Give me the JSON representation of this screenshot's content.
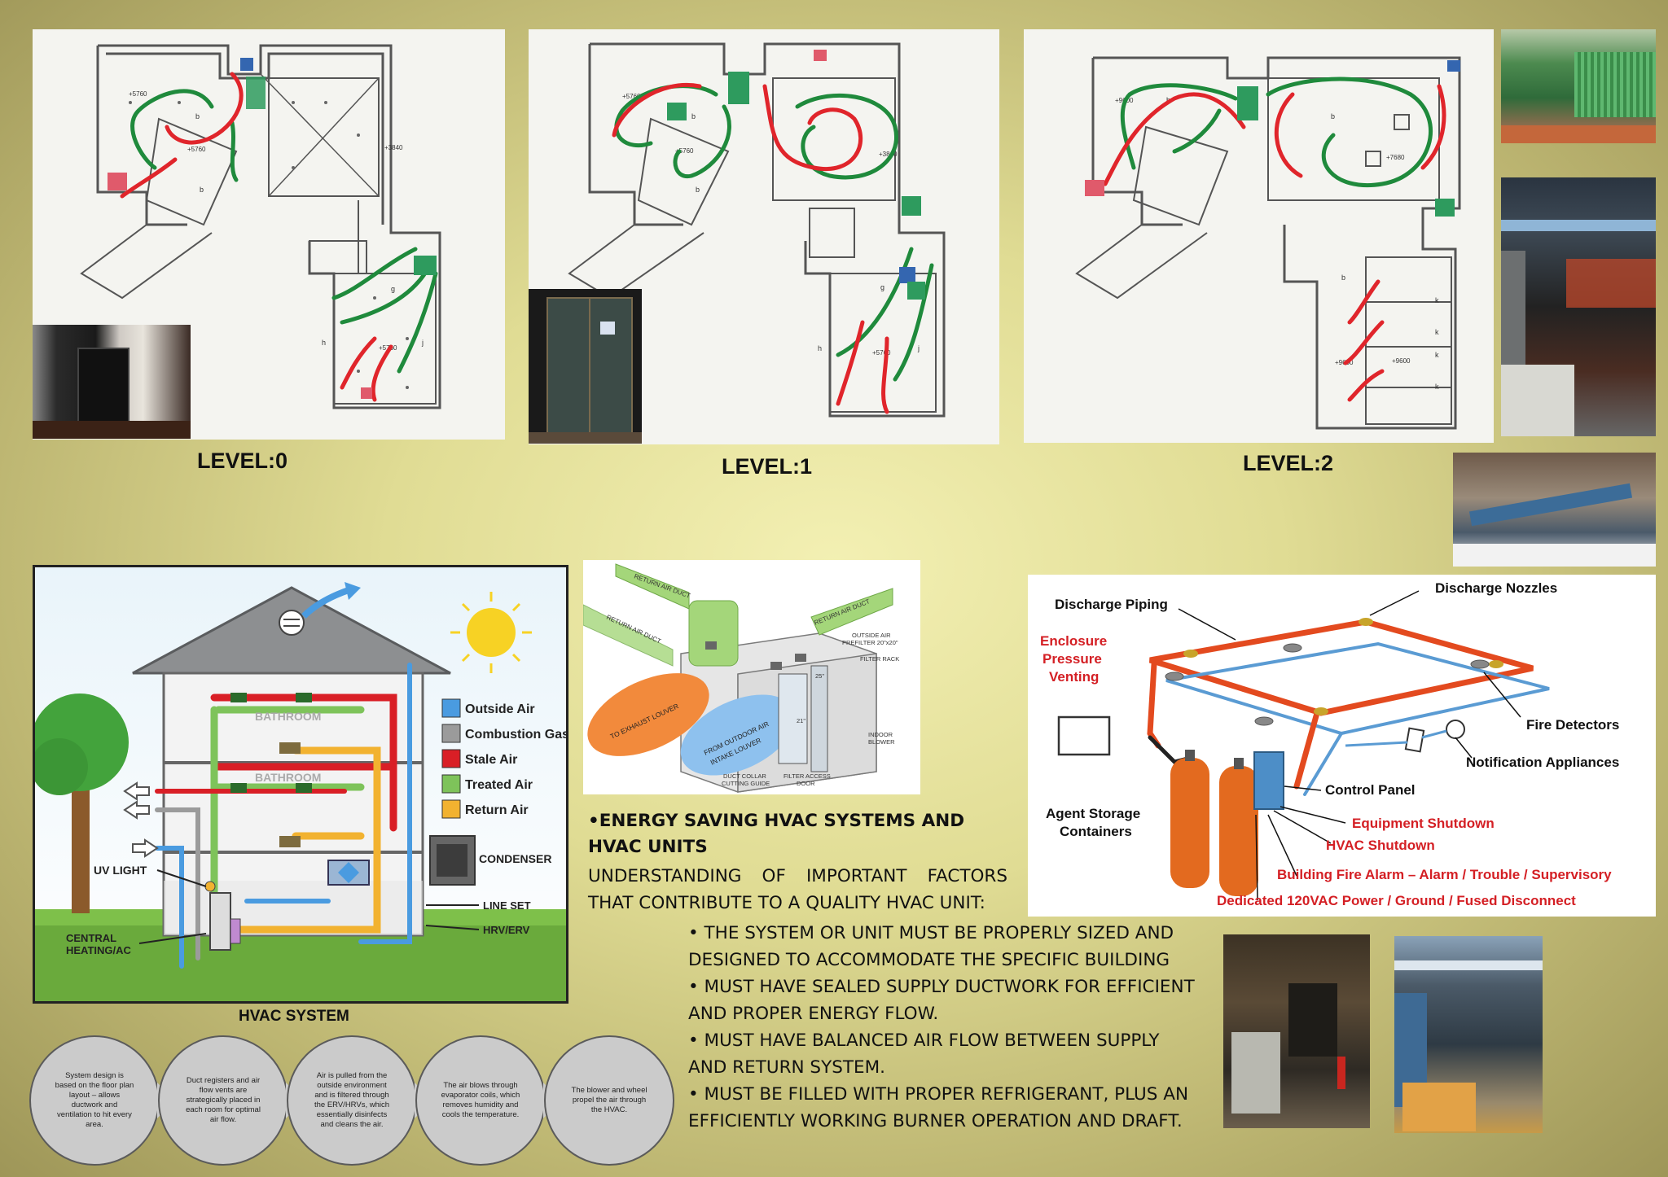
{
  "floor_plans": {
    "level0": {
      "label": "LEVEL:0",
      "elevations": [
        "+5760",
        "+5760",
        "+3840",
        "+5760"
      ],
      "room_letters": [
        "b",
        "b",
        "g",
        "h",
        "j"
      ]
    },
    "level1": {
      "label": "LEVEL:1",
      "elevations": [
        "+5760",
        "+5760",
        "+3840",
        "+5760"
      ],
      "room_letters": [
        "b",
        "b",
        "g",
        "h",
        "j"
      ]
    },
    "level2": {
      "label": "LEVEL:2",
      "elevations": [
        "+9600",
        "+7680",
        "+9600",
        "+9600"
      ],
      "room_letters": [
        "b",
        "b",
        "b",
        "k",
        "k",
        "k",
        "k"
      ]
    }
  },
  "hvac_diagram": {
    "caption": "HVAC SYSTEM",
    "legend": [
      "Outside Air",
      "Combustion Gas",
      "Stale Air",
      "Treated Air",
      "Return Air"
    ],
    "legend_colors": [
      "#4a9be0",
      "#9b9b9b",
      "#d91f26",
      "#7ec35a",
      "#f2b230"
    ],
    "labels": {
      "bathroom_top": "BATHROOM",
      "bathroom_mid": "BATHROOM",
      "uv_light": "UV LIGHT",
      "condenser": "CONDENSER",
      "line_set": "LINE SET",
      "hrv_erv": "HRV/ERV",
      "central_1": "CENTRAL",
      "central_2": "HEATING/AC"
    }
  },
  "process_steps": [
    "System design is based on the floor plan layout – allows ductwork and ventilation to hit every area.",
    "Duct registers and air flow vents are strategically placed in each room for optimal air flow.",
    "Air is pulled from the outside environment and is filtered through the ERV/HRVs, which essentially disinfects and cleans the air.",
    "The air blows through evaporator coils, which removes humidity and cools the temperature.",
    "The blower and wheel propel the air through the HVAC."
  ],
  "duct_diagram": {
    "return_duct_top": "RETURN AIR DUCT",
    "return_duct_left": "RETURN AIR DUCT",
    "return_duct_right": "RETURN AIR DUCT",
    "outside_air_prefilter_1": "OUTSIDE AIR",
    "outside_air_prefilter_2": "PREFILTER 20\"x20\"",
    "filter_rack": "FILTER RACK",
    "to_exhaust": "TO EXHAUST LOUVER",
    "from_outdoor_1": "FROM OUTDOOR AIR",
    "from_outdoor_2": "INTAKE LOUVER",
    "dim_25": "25\"",
    "dim_21": "21\"",
    "indoor_blower_1": "INDOOR",
    "indoor_blower_2": "BLOWER",
    "duct_collar_1": "DUCT COLLAR",
    "duct_collar_2": "CUTTING GUIDE",
    "filter_access_1": "FILTER ACCESS",
    "filter_access_2": "DOOR"
  },
  "text_block": {
    "heading": "•ENERGY SAVING HVAC SYSTEMS AND HVAC UNITS",
    "intro": "UNDERSTANDING OF IMPORTANT FACTORS THAT CONTRIBUTE TO A QUALITY HVAC UNIT:",
    "factors": [
      "• THE SYSTEM OR UNIT MUST BE PROPERLY SIZED AND DESIGNED TO ACCOMMODATE THE SPECIFIC BUILDING",
      "• MUST HAVE SEALED SUPPLY DUCTWORK FOR EFFICIENT AND PROPER ENERGY FLOW.",
      "• MUST HAVE BALANCED AIR FLOW BETWEEN SUPPLY AND RETURN SYSTEM.",
      "• MUST BE FILLED WITH PROPER REFRIGERANT, PLUS AN EFFICIENTLY WORKING BURNER OPERATION AND DRAFT."
    ]
  },
  "fire_diagram": {
    "discharge_piping": "Discharge Piping",
    "discharge_nozzles": "Discharge Nozzles",
    "enclosure_1": "Enclosure",
    "enclosure_2": "Pressure",
    "enclosure_3": "Venting",
    "fire_detectors": "Fire Detectors",
    "notification": "Notification Appliances",
    "control_panel": "Control Panel",
    "agent_1": "Agent Storage",
    "agent_2": "Containers",
    "equipment_shutdown": "Equipment Shutdown",
    "hvac_shutdown": "HVAC Shutdown",
    "building_alarm": "Building Fire Alarm – Alarm / Trouble / Supervisory",
    "dedicated_power": "Dedicated 120VAC Power / Ground / Fused Disconnect"
  },
  "colors": {
    "background": "#e0dc94",
    "supply_green": "#1f8a3c",
    "return_red": "#e0252b",
    "pipe_red": "#e34a1f",
    "pipe_blue": "#5a9bd3"
  }
}
